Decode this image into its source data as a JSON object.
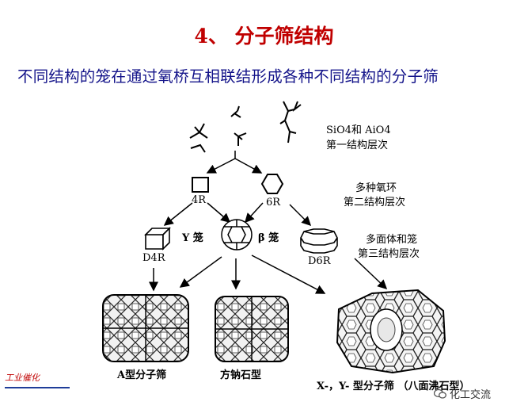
{
  "slide": {
    "title": "4、 分子筛结构",
    "subtitle": "不同结构的笼在通过氧桥互相联结形成各种不同结构的分子筛"
  },
  "levels": {
    "level1_line1": "SiO4和 AiO4",
    "level1_line2": "第一结构层次",
    "level2_line1": "多种氧环",
    "level2_line2": "第二结构层次",
    "level3_line1": "多面体和笼",
    "level3_line2": "第三结构层次"
  },
  "nodes": {
    "ring_4r": "4R",
    "ring_6r": "6R",
    "d4r": "D4R",
    "y_cage": "Y 笼",
    "beta_cage": "β 笼",
    "d6r": "D6R"
  },
  "products": {
    "a_type": "A型分子筛",
    "sodalite": "方钠石型",
    "xy_type": "X-，Y- 型分子筛 （八面沸石型）"
  },
  "footer": {
    "source_text": "工业催化",
    "watermark": "化工交流"
  }
}
